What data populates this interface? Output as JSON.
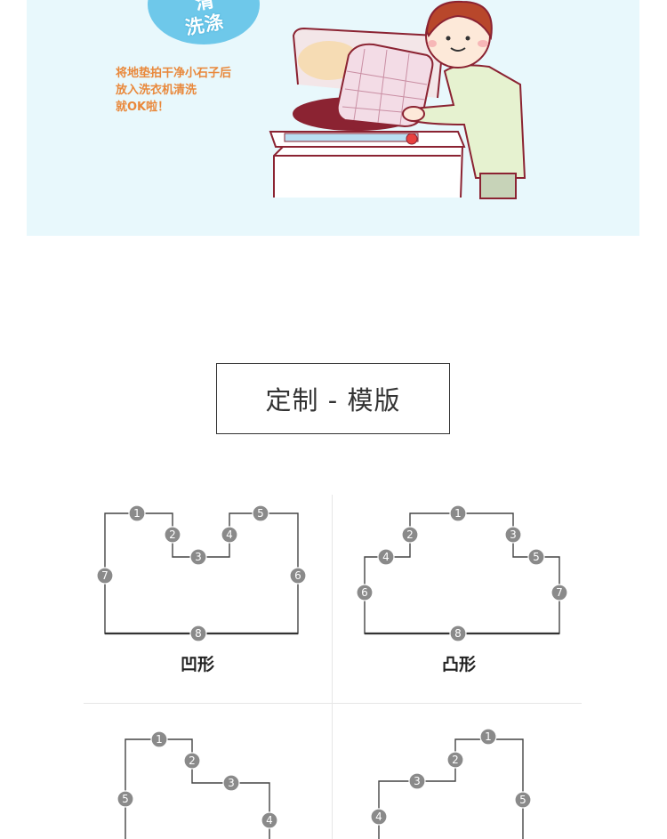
{
  "banner": {
    "bubble_text": "洗涤",
    "bubble_text_top": "清",
    "instruction_lines": [
      "将地垫拍干净小石子后",
      "放入洗衣机清洗",
      "就OK啦！"
    ],
    "colors": {
      "background": "#e8f8fc",
      "bubble": "#6ec8ea",
      "instruction": "#e9883b"
    }
  },
  "section": {
    "title": "定制 - 模版"
  },
  "templates": [
    {
      "label": "凹形",
      "markers": [
        "1",
        "2",
        "3",
        "4",
        "5",
        "6",
        "7",
        "8"
      ]
    },
    {
      "label": "凸形",
      "markers": [
        "1",
        "2",
        "3",
        "4",
        "5",
        "6",
        "7",
        "8"
      ]
    },
    {
      "label": "",
      "markers": [
        "1",
        "2",
        "3",
        "4",
        "5"
      ]
    },
    {
      "label": "",
      "markers": [
        "1",
        "2",
        "3",
        "4",
        "5"
      ]
    }
  ]
}
